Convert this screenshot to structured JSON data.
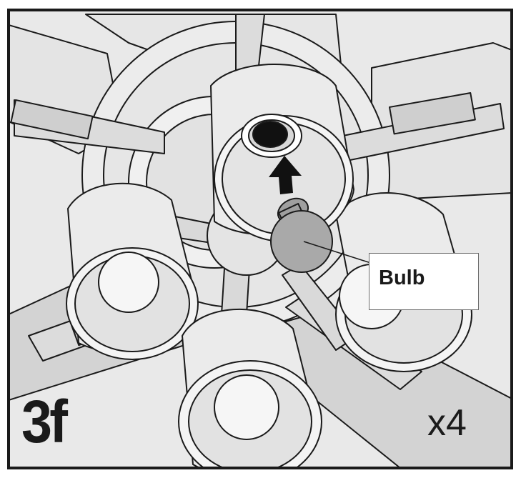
{
  "step": "3f",
  "quantity": "x4",
  "callout": {
    "label": "Bulb"
  },
  "colors": {
    "frame": "#1a1a1a",
    "background": "#e8e8e8",
    "blade": "#d6d6d6",
    "shade": "#ebebeb",
    "bulb": "#a9a9a9",
    "socket": "#111111"
  },
  "icons": [
    "up-arrow-icon"
  ]
}
